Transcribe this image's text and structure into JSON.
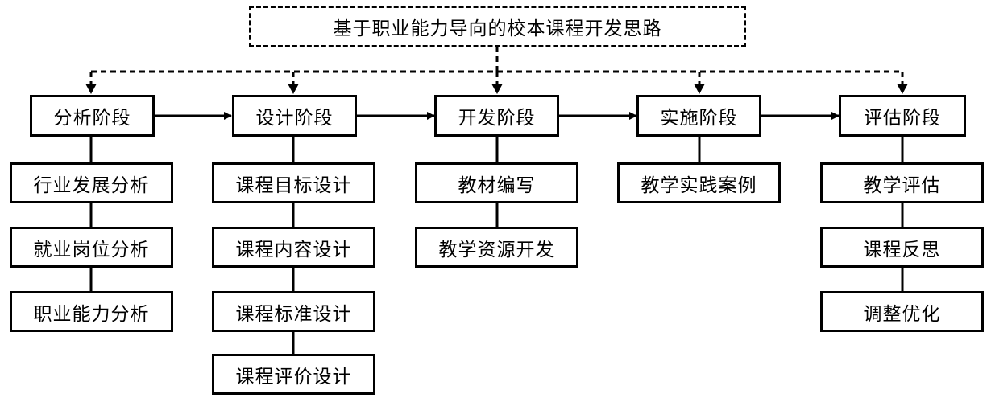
{
  "title": "基于职业能力导向的校本课程开发思路",
  "stages": [
    {
      "label": "分析阶段",
      "items": [
        "行业发展分析",
        "就业岗位分析",
        "职业能力分析"
      ]
    },
    {
      "label": "设计阶段",
      "items": [
        "课程目标设计",
        "课程内容设计",
        "课程标准设计",
        "课程评价设计"
      ]
    },
    {
      "label": "开发阶段",
      "items": [
        "教材编写",
        "教学资源开发"
      ]
    },
    {
      "label": "实施阶段",
      "items": [
        "教学实践案例"
      ]
    },
    {
      "label": "评估阶段",
      "items": [
        "教学评估",
        "课程反思",
        "调整优化"
      ]
    }
  ]
}
